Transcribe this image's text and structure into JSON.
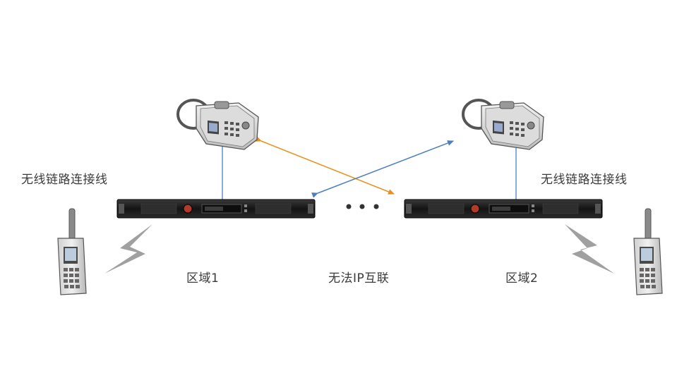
{
  "labels": {
    "left_wireless": "无线链路连接线",
    "right_wireless": "无线链路连接线",
    "region1": "区域1",
    "region2": "区域2",
    "no_ip": "无法IP互联"
  },
  "colors": {
    "orange_link": "#E8901E",
    "blue_link": "#4A7FC1",
    "rack_body": "#1a1a1a",
    "lightning": "#9a9a9a"
  },
  "icons": {
    "mobile_radio": "mobile-radio-icon",
    "repeater": "rack-repeater-icon",
    "handheld": "handheld-radio-icon",
    "wireless": "lightning-icon",
    "ellipsis": "ellipsis-icon"
  }
}
